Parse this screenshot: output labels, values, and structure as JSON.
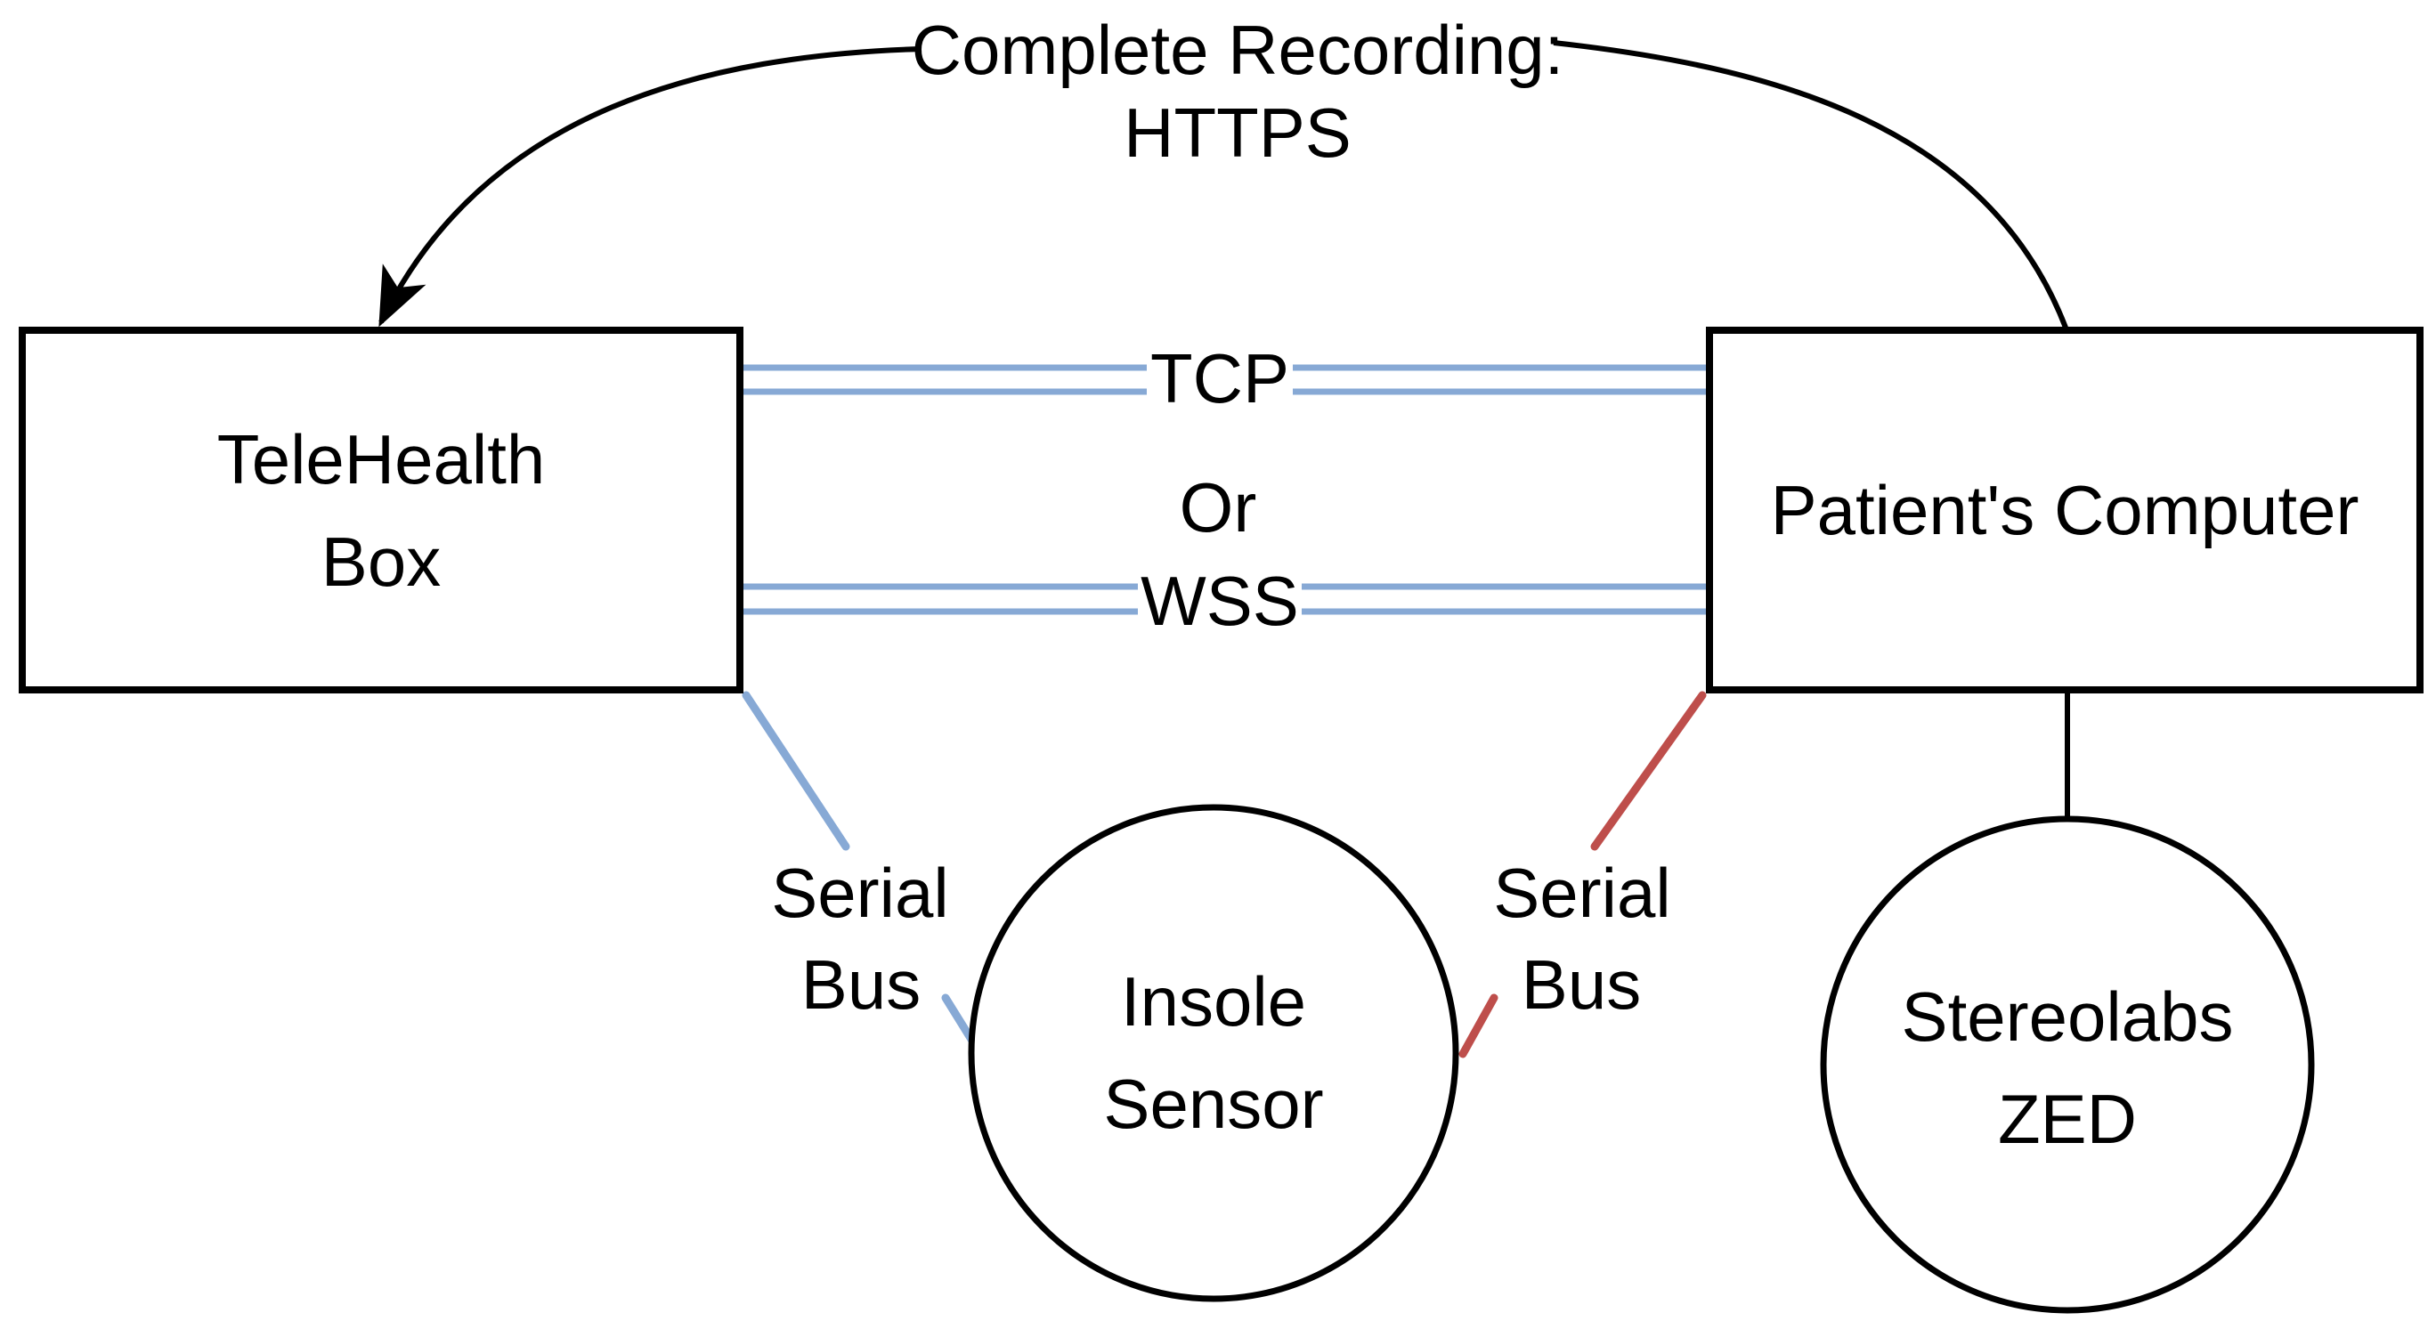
{
  "diagram": {
    "top_label": {
      "line1": "Complete Recording:",
      "line2": "HTTPS"
    },
    "boxes": {
      "telehealth": {
        "line1": "TeleHealth",
        "line2": "Box"
      },
      "patient_computer": {
        "label": "Patient's Computer"
      }
    },
    "circles": {
      "insole_sensor": {
        "line1": "Insole",
        "line2": "Sensor"
      },
      "stereolabs_zed": {
        "line1": "Stereolabs",
        "line2": "ZED"
      }
    },
    "connection_labels": {
      "tcp": "TCP",
      "or": "Or",
      "wss": "WSS",
      "serial_bus_left": {
        "line1": "Serial",
        "line2": "Bus"
      },
      "serial_bus_right": {
        "line1": "Serial",
        "line2": "Bus"
      }
    },
    "colors": {
      "line_black": "#000000",
      "connector_blue": "#87A9D5",
      "connector_red": "#BE4E4B",
      "background": "#FFFFFF",
      "text": "#000000"
    }
  }
}
